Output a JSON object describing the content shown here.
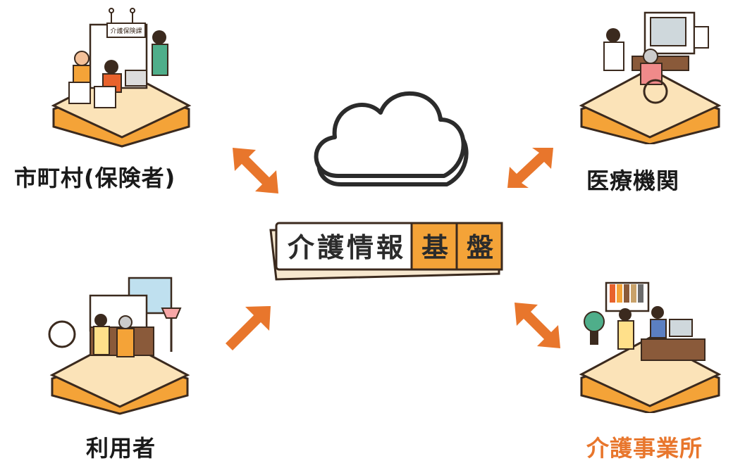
{
  "center": {
    "badge_part1": "介護情報",
    "badge_part2a": "基",
    "badge_part2b": "盤"
  },
  "nodes": {
    "municipality": "市町村(保険者)",
    "medical": "医療機関",
    "user": "利用者",
    "care_provider": "介護事業所"
  },
  "illustration_signs": {
    "municipality_sign": "介護保険課"
  },
  "colors": {
    "accent": "#e8762c",
    "tile_orange": "#f4a338",
    "outline": "#3b2a1e",
    "badge_bg": "#f7e8cf"
  }
}
